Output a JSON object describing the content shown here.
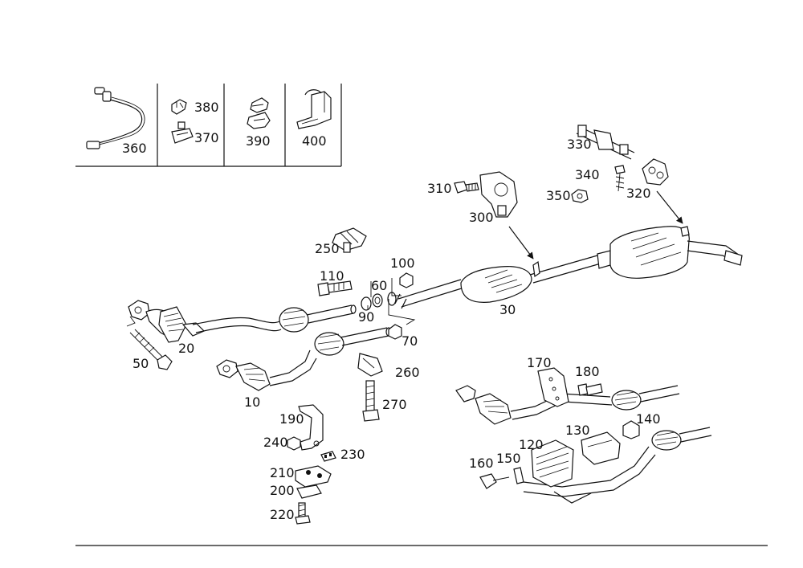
{
  "diagram": {
    "callouts": {
      "c10": "10",
      "c20": "20",
      "c30": "30",
      "c50": "50",
      "c60": "60",
      "c70": "70",
      "c90": "90",
      "c100": "100",
      "c110": "110",
      "c120": "120",
      "c130": "130",
      "c140": "140",
      "c150": "150",
      "c160": "160",
      "c170": "170",
      "c180": "180",
      "c190": "190",
      "c200": "200",
      "c210": "210",
      "c220": "220",
      "c230": "230",
      "c240": "240",
      "c250": "250",
      "c260": "260",
      "c270": "270",
      "c300": "300",
      "c310": "310",
      "c320": "320",
      "c330": "330",
      "c340": "340",
      "c350": "350",
      "c360": "360",
      "c370": "370",
      "c380": "380",
      "c390": "390",
      "c400": "400"
    }
  }
}
